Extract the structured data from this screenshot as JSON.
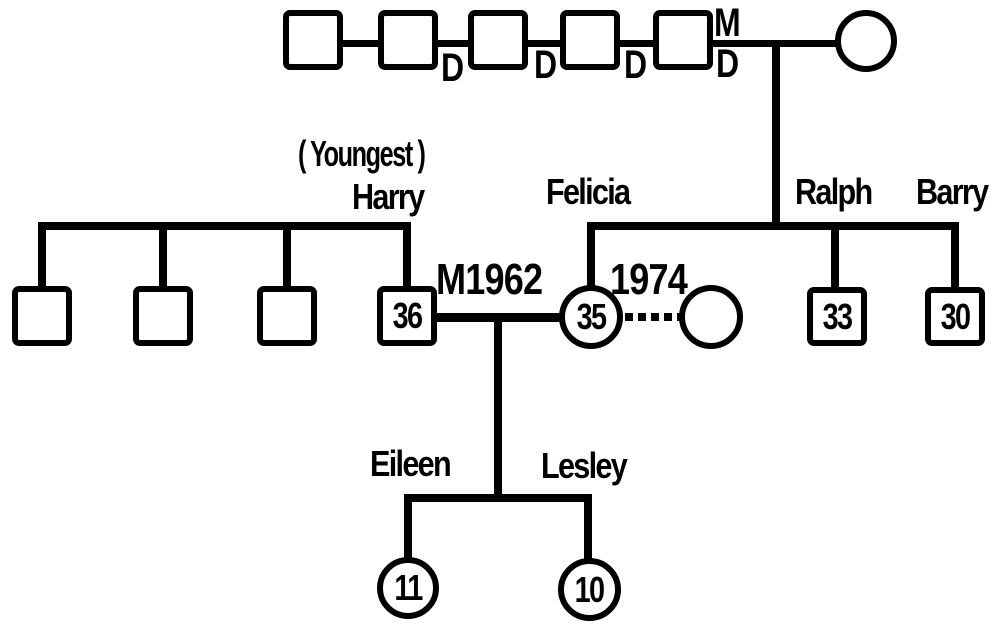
{
  "genogram": {
    "background_color": "#ffffff",
    "line_color": "#000000",
    "generation1": {
      "marriage_letter": "M",
      "divorce_letters": [
        "D",
        "D",
        "D",
        "D"
      ]
    },
    "generation2": {
      "youngest_note": "( Youngest )",
      "harry": {
        "name": "Harry",
        "age": "36"
      },
      "marriage_label": "M1962",
      "felicia": {
        "name": "Felicia",
        "age": "35"
      },
      "separation_label": "1974",
      "ralph": {
        "name": "Ralph",
        "age": "33"
      },
      "barry": {
        "name": "Barry",
        "age": "30"
      }
    },
    "generation3": {
      "eileen": {
        "name": "Eileen",
        "age": "11"
      },
      "lesley": {
        "name": "Lesley",
        "age": "10"
      }
    }
  }
}
